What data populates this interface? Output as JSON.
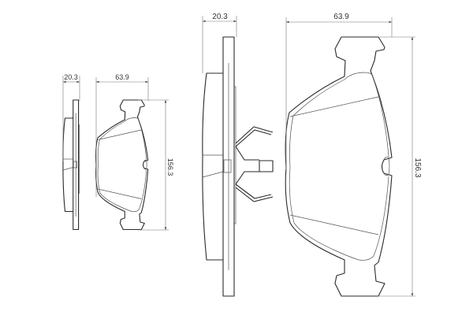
{
  "small_drawing": {
    "thickness_label": "20.3",
    "width_label": "63.9",
    "height_label": "156.3"
  },
  "large_drawing": {
    "thickness_label": "20.3",
    "width_label": "63.9",
    "height_label": "156.3"
  },
  "colors": {
    "line": "#2a2a2a",
    "dimension": "#777777",
    "background": "#ffffff"
  }
}
